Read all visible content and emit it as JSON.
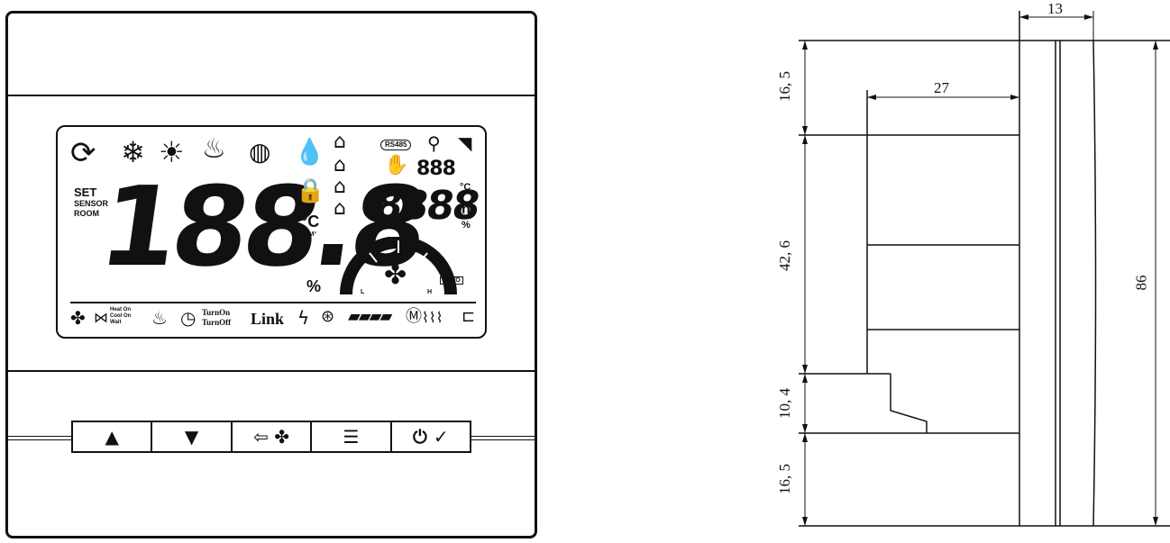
{
  "front_view": {
    "lcd": {
      "big_display": "188.8",
      "small_display": "8888",
      "segment_display": "888",
      "labels": {
        "set": "SET",
        "sensor": "SENSOR",
        "room": "ROOM",
        "celsius_big": "°C",
        "ugm3": "ug/M³",
        "percent_big": "%",
        "celsius_small": "°C",
        "hours": "h",
        "percent_small": "%",
        "rs485": "RS485",
        "fan_low": "L",
        "fan_high": "H",
        "fan_auto": "AUTO",
        "heat_on": "Heat On",
        "cool_on": "Cool On",
        "wait": "Wait",
        "turn_on": "TurnOn",
        "turn_off": "TurnOff",
        "link": "Link"
      },
      "icons": [
        "refresh-icon",
        "snowflake-icon",
        "sun-icon",
        "floor-heat-icon",
        "fan-coil-icon",
        "water-drops-icon",
        "house-icon",
        "lock-icon",
        "wifi-icon",
        "hand-icon",
        "fan-icon",
        "valve-icon",
        "flame-icon",
        "clock-icon",
        "lightning-icon",
        "target-icon",
        "battery-bar-icon",
        "motor-icon",
        "plug-icon"
      ]
    },
    "buttons": [
      {
        "name": "up-button",
        "glyph": "▲"
      },
      {
        "name": "down-button",
        "glyph": "▼"
      },
      {
        "name": "back-fan-button",
        "glyph": "⇦ ✤"
      },
      {
        "name": "menu-button",
        "glyph": "☰"
      },
      {
        "name": "power-confirm-button",
        "glyph": "⏻ ✓"
      }
    ]
  },
  "side_view": {
    "dimensions": {
      "depth_top": "13",
      "depth_inner": "27",
      "top_section": "16, 5",
      "middle_section": "42, 6",
      "step_section": "10, 4",
      "bottom_section": "16, 5",
      "total_height": "86"
    }
  }
}
